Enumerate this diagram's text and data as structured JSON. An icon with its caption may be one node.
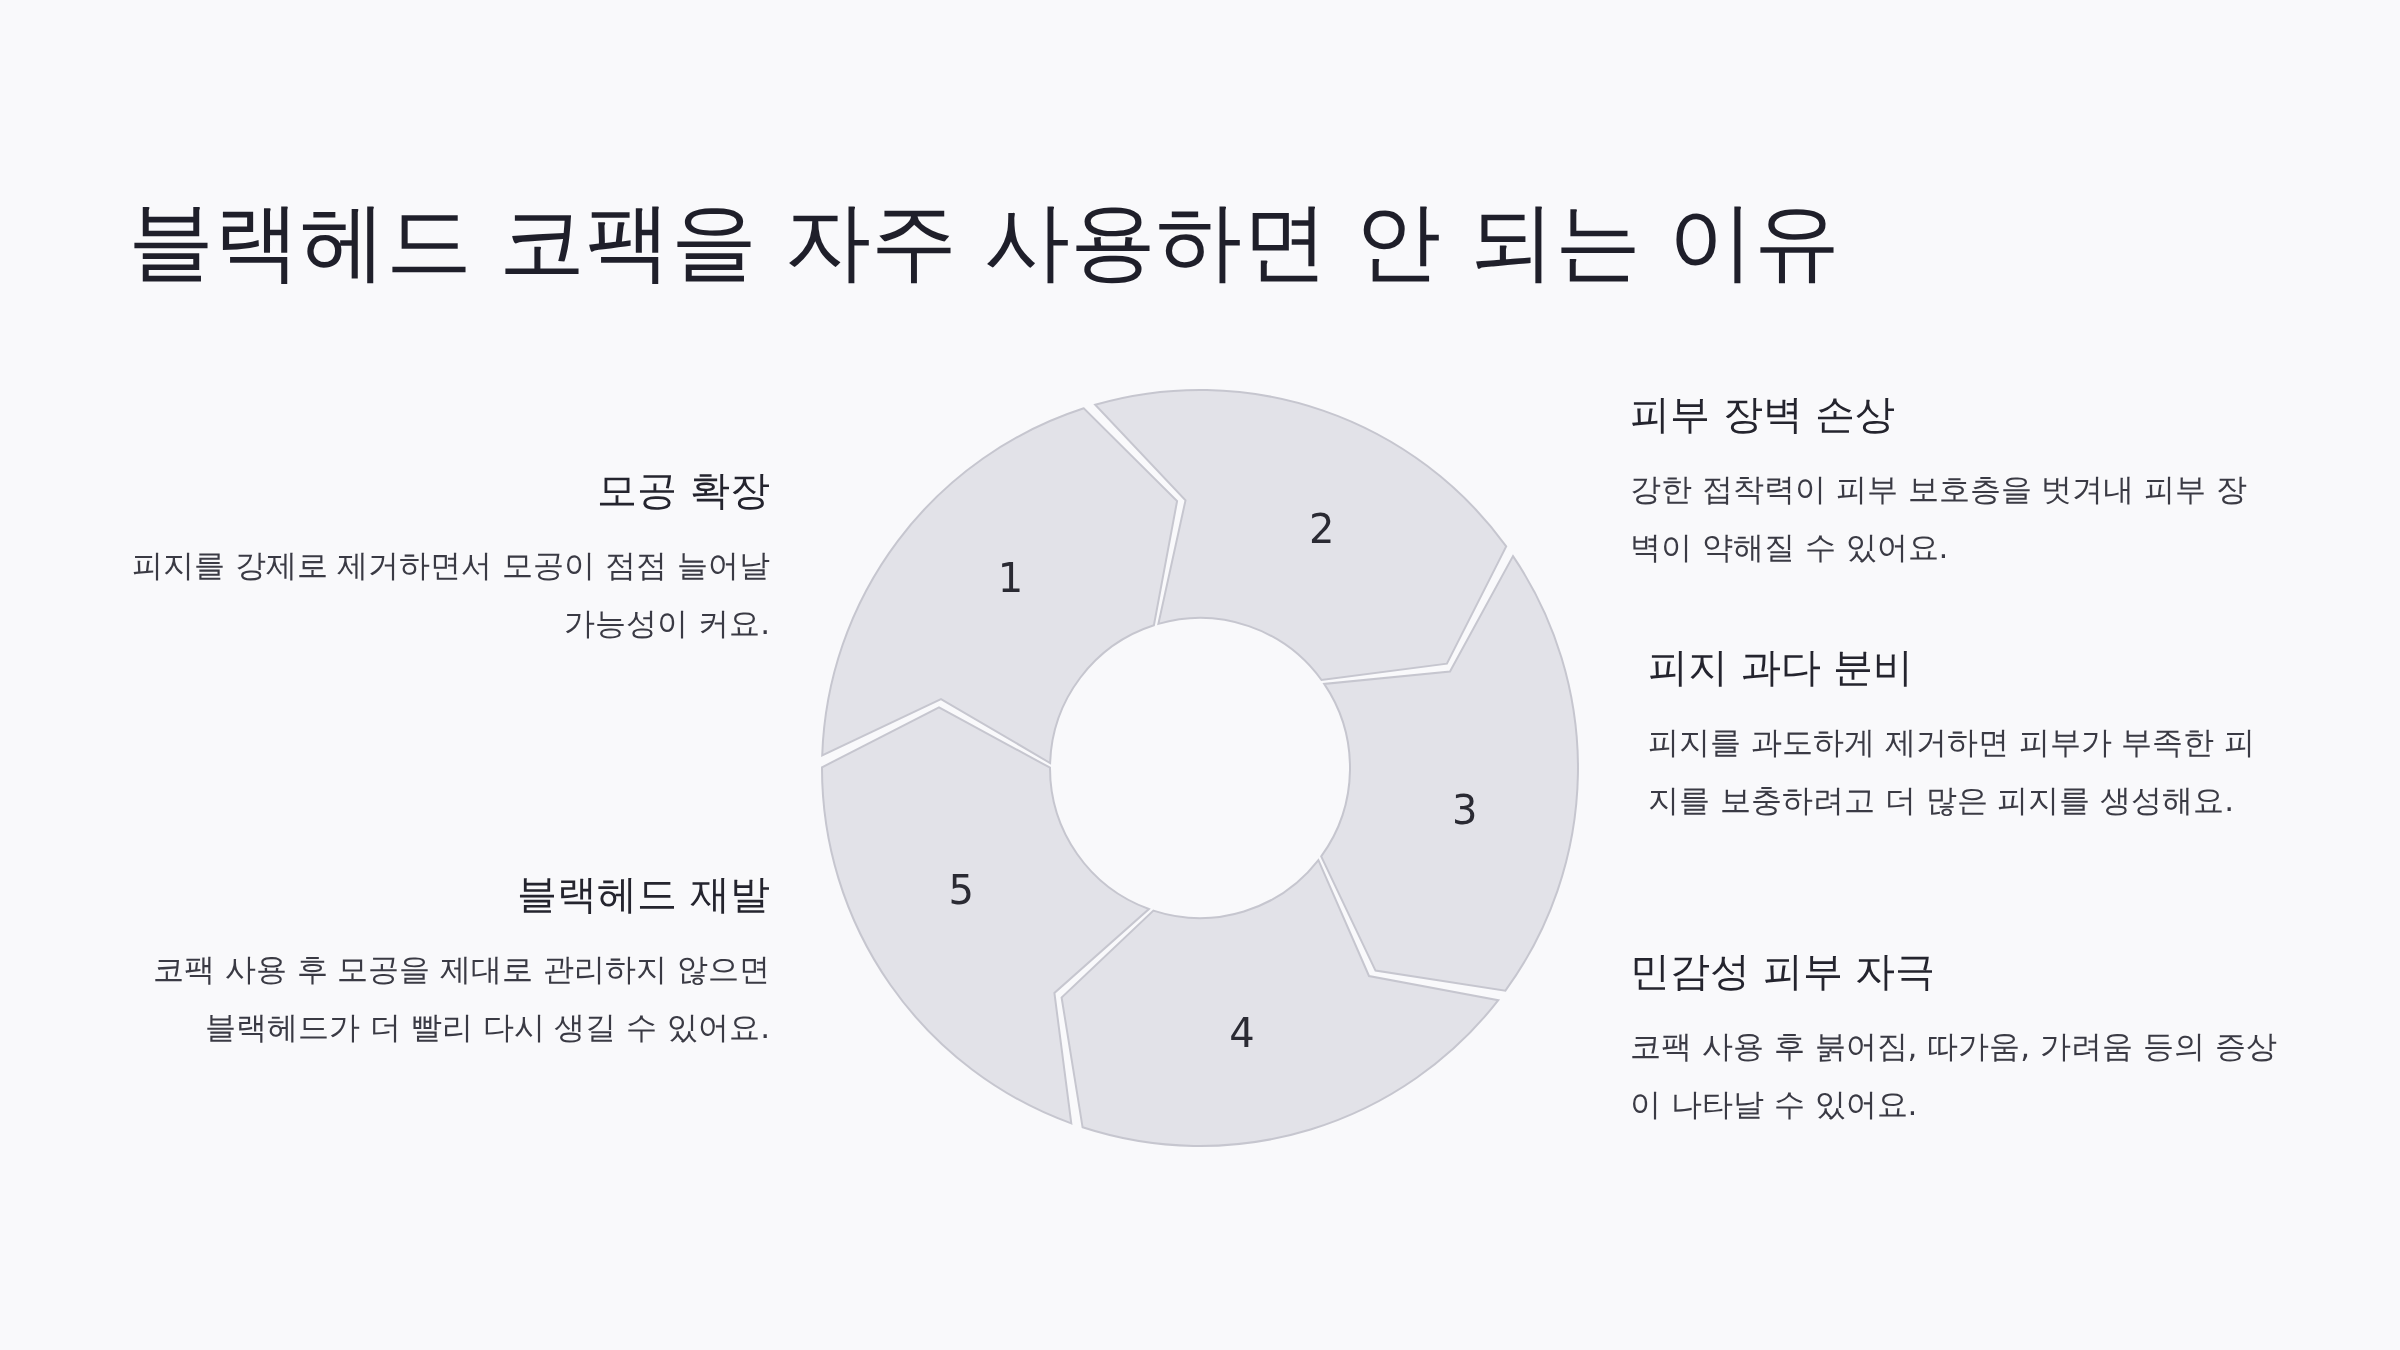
{
  "diagram": {
    "title": "블랙헤드 코팩을 자주 사용하면 안 되는 이유",
    "nodes": [
      {
        "text": [
          "1"
        ],
        "beside": [
          "모공 확장",
          "피지를 강제로 제거하면서 모공이 점점 늘어날 가능성이 커요."
        ]
      },
      {
        "text": [
          "2"
        ],
        "beside": [
          "피부 장벽 손상",
          "강한 접착력이 피부 보호층을 벗겨내 피부 장벽이 약해질 수 있어요."
        ]
      },
      {
        "text": [
          "3"
        ],
        "beside": [
          "피지 과다 분비",
          "피지를 과도하게 제거하면 피부가 부족한 피지를 보충하려고 더 많은 피지를 생성해요."
        ]
      },
      {
        "text": [
          "4"
        ],
        "beside": [
          "민감성 피부 자극",
          "코팩 사용 후 붉어짐, 따가움, 가려움 등의 증상이 나타날 수 있어요."
        ]
      },
      {
        "text": [
          "5"
        ],
        "beside": [
          "블랙헤드 재발",
          "코팩 사용 후 모공을 제대로 관리하지 않으면 블랙헤드가 더 빨리 다시 생길 수 있어요."
        ]
      }
    ]
  }
}
